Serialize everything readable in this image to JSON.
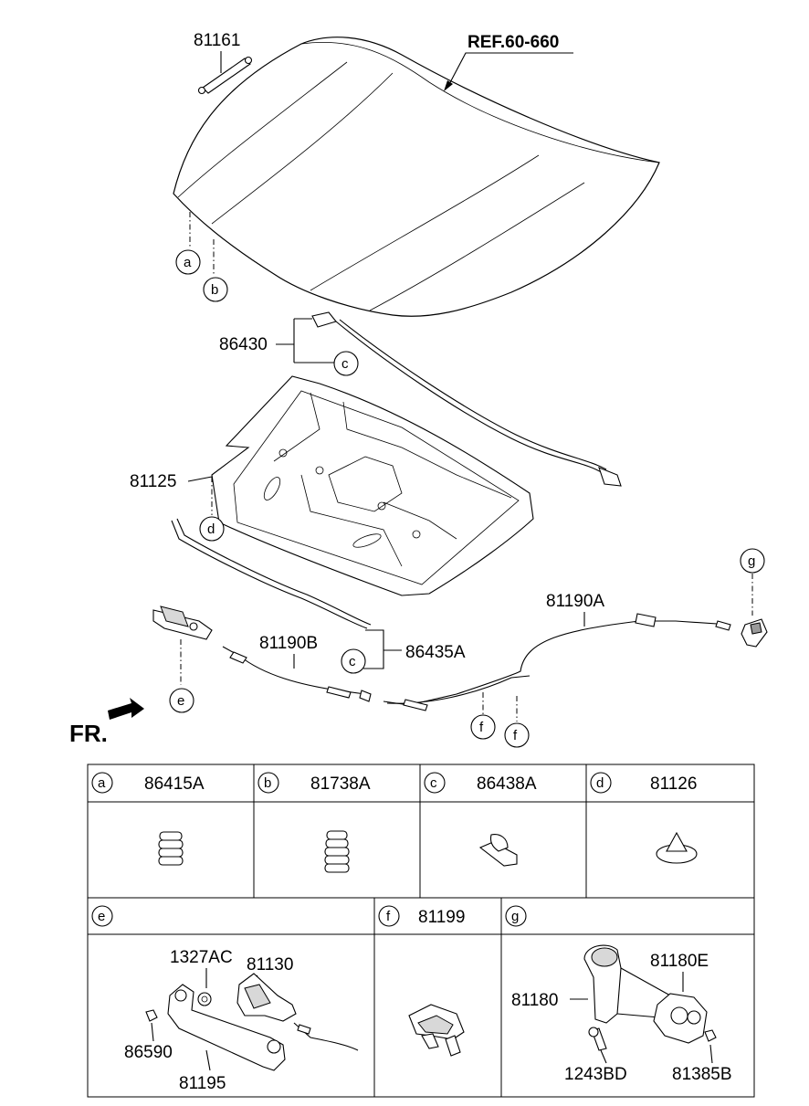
{
  "ref_label": "REF.60-660",
  "direction_label": "FR.",
  "callouts": {
    "hood_lift_support": "81161",
    "weatherstrip": "86430",
    "insulator_pad": "81125",
    "release_cable_front": "81190A",
    "release_cable_rear": "81190B",
    "seal_strip": "86435A"
  },
  "circle_letters": {
    "a": "a",
    "b": "b",
    "c": "c",
    "c2": "c",
    "d": "d",
    "e": "e",
    "f1": "f",
    "f2": "f",
    "g": "g"
  },
  "table": {
    "row1": [
      {
        "letter": "a",
        "part": "86415A"
      },
      {
        "letter": "b",
        "part": "81738A"
      },
      {
        "letter": "c",
        "part": "86438A"
      },
      {
        "letter": "d",
        "part": "81126"
      }
    ],
    "row2": [
      {
        "letter": "e",
        "part": ""
      },
      {
        "letter": "f",
        "part": "81199"
      },
      {
        "letter": "g",
        "part": ""
      }
    ],
    "detail_e": {
      "p1": "1327AC",
      "p2": "81130",
      "p3": "86590",
      "p4": "81195"
    },
    "detail_g": {
      "p1": "81180E",
      "p2": "81180",
      "p3": "1243BD",
      "p4": "81385B"
    }
  }
}
